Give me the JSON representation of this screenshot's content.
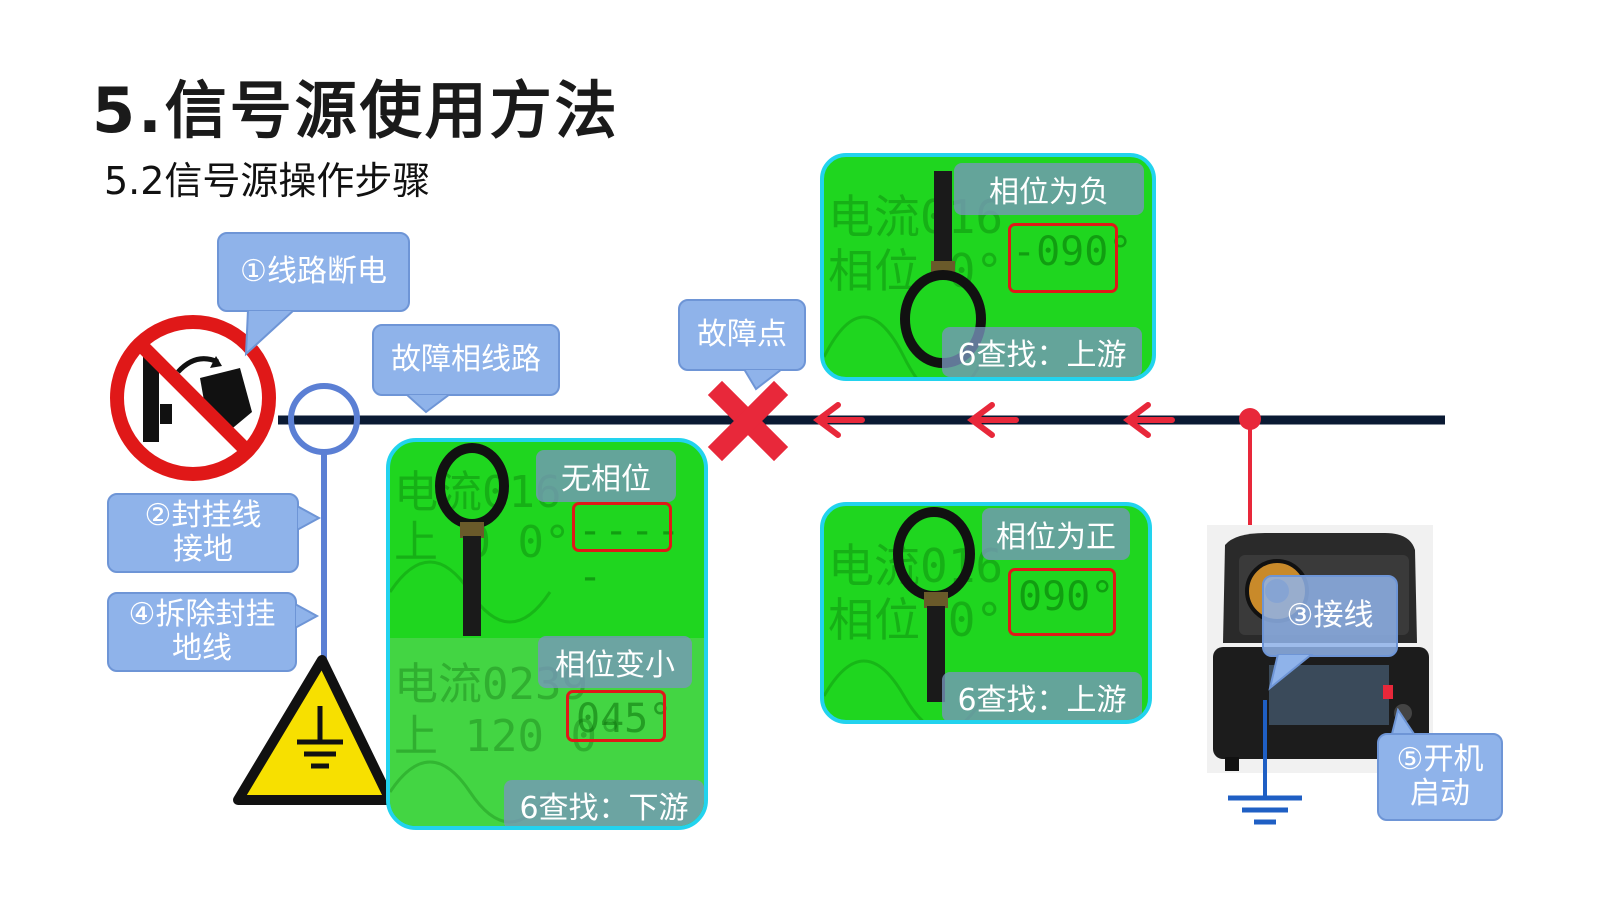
{
  "title": "5.信号源使用方法",
  "subtitle": "5.2信号源操作步骤",
  "callouts": {
    "power_off": "①线路断电",
    "fault_line": "故障相线路",
    "fault_point": "故障点",
    "seal_ground_1": "②封挂线",
    "seal_ground_2": "接地",
    "remove_ground_1": "④拆除封挂",
    "remove_ground_2": "地线",
    "connect": "③接线",
    "start_1": "⑤开机",
    "start_2": "启动"
  },
  "panels": {
    "top_right": {
      "label": "相位为负",
      "reading": "-090°",
      "find": "6查找：上游",
      "bg1": "电流016",
      "bg2": "相位 0°"
    },
    "mid_right": {
      "label": "相位为正",
      "reading": "090°",
      "find": "6查找：上游",
      "bg1": "电流016",
      "bg2": "相位 0°"
    },
    "left_top": {
      "label": "无相位",
      "reading": "-----",
      "bg1": "电流016",
      "bg2": "上 0 0°"
    },
    "left_bottom": {
      "label": "相位变小",
      "reading": "045°",
      "find": "6查找：下游",
      "bg1": "电流0239",
      "bg2": "上 120 0°"
    }
  },
  "colors": {
    "line": "#0a1a33",
    "arrow": "#e8283a",
    "callout": "#8fb3ea",
    "panel": "#1fd61f",
    "panel_border": "#22d3ee",
    "ground": "#1f5fc4"
  },
  "icons": [
    "no-switching-icon",
    "ground-warning-icon",
    "fault-cross-icon",
    "signal-generator-icon",
    "ground-symbol-icon"
  ]
}
